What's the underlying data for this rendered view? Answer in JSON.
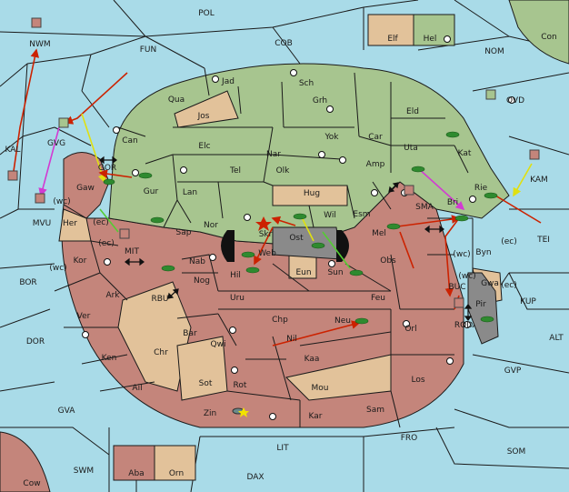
{
  "colors": {
    "sea": "#a9dbe8",
    "green": "#a7c58f",
    "red": "#c4857b",
    "tan": "#e2c29a",
    "gray": "#8a8a8a",
    "border": "#1a1a1a",
    "arrow_red": "#cc2200",
    "arrow_yellow": "#f2f21a",
    "arrow_magenta": "#d23bd2",
    "arrow_green": "#55cc33",
    "unit_green": "#2f8a2f"
  },
  "map": {
    "title": "",
    "territories": [
      {
        "id": "POL",
        "label": "POL"
      },
      {
        "id": "COB",
        "label": "COB"
      },
      {
        "id": "FUN",
        "label": "FUN"
      },
      {
        "id": "NWM",
        "label": "NWM"
      },
      {
        "id": "NOM",
        "label": "NOM"
      },
      {
        "id": "Con",
        "label": "Con"
      },
      {
        "id": "Elf",
        "label": "Elf"
      },
      {
        "id": "Hel",
        "label": "Hel"
      },
      {
        "id": "OVD",
        "label": "OVD"
      },
      {
        "id": "KAL",
        "label": "KAL"
      },
      {
        "id": "GVG",
        "label": "GVG"
      },
      {
        "id": "GOR",
        "label": "GOR"
      },
      {
        "id": "Gaw",
        "label": "Gaw"
      },
      {
        "id": "MVU",
        "label": "MVU"
      },
      {
        "id": "wc1",
        "label": "(wc)"
      },
      {
        "id": "Her",
        "label": "Her"
      },
      {
        "id": "ec1",
        "label": "(ec)"
      },
      {
        "id": "Jad",
        "label": "Jad"
      },
      {
        "id": "Sch",
        "label": "Sch"
      },
      {
        "id": "Qua",
        "label": "Qua"
      },
      {
        "id": "Jos",
        "label": "Jos"
      },
      {
        "id": "Grh",
        "label": "Grh"
      },
      {
        "id": "Eld",
        "label": "Eld"
      },
      {
        "id": "Can",
        "label": "Can"
      },
      {
        "id": "Elc",
        "label": "Elc"
      },
      {
        "id": "Nar",
        "label": "Nar"
      },
      {
        "id": "Yok",
        "label": "Yok"
      },
      {
        "id": "Car",
        "label": "Car"
      },
      {
        "id": "Uta",
        "label": "Uta"
      },
      {
        "id": "Kat",
        "label": "Kat"
      },
      {
        "id": "Tel",
        "label": "Tel"
      },
      {
        "id": "Olk",
        "label": "Olk"
      },
      {
        "id": "Amp",
        "label": "Amp"
      },
      {
        "id": "Gur",
        "label": "Gur"
      },
      {
        "id": "Lan",
        "label": "Lan"
      },
      {
        "id": "Hug",
        "label": "Hug"
      },
      {
        "id": "KAM",
        "label": "KAM"
      },
      {
        "id": "Rie",
        "label": "Rie"
      },
      {
        "id": "Esm",
        "label": "Esm"
      },
      {
        "id": "SMA",
        "label": "SMA"
      },
      {
        "id": "Bri",
        "label": "Bri"
      },
      {
        "id": "Nor",
        "label": "Nor"
      },
      {
        "id": "Wil",
        "label": "Wil"
      },
      {
        "id": "Sap",
        "label": "Sap"
      },
      {
        "id": "Skr",
        "label": "Skr"
      },
      {
        "id": "Ost",
        "label": "Ost"
      },
      {
        "id": "Mel",
        "label": "Mel"
      },
      {
        "id": "TEI",
        "label": "TEI"
      },
      {
        "id": "MIT",
        "label": "MIT"
      },
      {
        "id": "ec2",
        "label": "(ec)"
      },
      {
        "id": "Kor",
        "label": "Kor"
      },
      {
        "id": "wc2",
        "label": "(wc)"
      },
      {
        "id": "Web",
        "label": "Web"
      },
      {
        "id": "Nab",
        "label": "Nab"
      },
      {
        "id": "Eun",
        "label": "Eun"
      },
      {
        "id": "Sun",
        "label": "Sun"
      },
      {
        "id": "Obs",
        "label": "Obs"
      },
      {
        "id": "wc3",
        "label": "(wc)"
      },
      {
        "id": "Byn",
        "label": "Byn"
      },
      {
        "id": "ec3",
        "label": "(ec)"
      },
      {
        "id": "Hil",
        "label": "Hil"
      },
      {
        "id": "Nog",
        "label": "Nog"
      },
      {
        "id": "wc4",
        "label": "(wc)"
      },
      {
        "id": "Gwa",
        "label": "Gwa"
      },
      {
        "id": "ec4",
        "label": "(ec)"
      },
      {
        "id": "BOR",
        "label": "BOR"
      },
      {
        "id": "Ark",
        "label": "Ark"
      },
      {
        "id": "RBU",
        "label": "RBU"
      },
      {
        "id": "Uru",
        "label": "Uru"
      },
      {
        "id": "Feu",
        "label": "Feu"
      },
      {
        "id": "BUC",
        "label": "BUC"
      },
      {
        "id": "Pir",
        "label": "Pir"
      },
      {
        "id": "KUP",
        "label": "KUP"
      },
      {
        "id": "Ver",
        "label": "Ver"
      },
      {
        "id": "Chp",
        "label": "Chp"
      },
      {
        "id": "Neu",
        "label": "Neu"
      },
      {
        "id": "Orl",
        "label": "Orl"
      },
      {
        "id": "ROD",
        "label": "ROD"
      },
      {
        "id": "Bar",
        "label": "Bar"
      },
      {
        "id": "Qwi",
        "label": "Qwi"
      },
      {
        "id": "Nil",
        "label": "Nil"
      },
      {
        "id": "DOR",
        "label": "DOR"
      },
      {
        "id": "ALT",
        "label": "ALT"
      },
      {
        "id": "Chr",
        "label": "Chr"
      },
      {
        "id": "Ken",
        "label": "Ken"
      },
      {
        "id": "Kaa",
        "label": "Kaa"
      },
      {
        "id": "GVP",
        "label": "GVP"
      },
      {
        "id": "Ail",
        "label": "Ail"
      },
      {
        "id": "Sot",
        "label": "Sot"
      },
      {
        "id": "Rot",
        "label": "Rot"
      },
      {
        "id": "Mou",
        "label": "Mou"
      },
      {
        "id": "Los",
        "label": "Los"
      },
      {
        "id": "GVA",
        "label": "GVA"
      },
      {
        "id": "Zin",
        "label": "Zin"
      },
      {
        "id": "Kar",
        "label": "Kar"
      },
      {
        "id": "Sam",
        "label": "Sam"
      },
      {
        "id": "FRO",
        "label": "FRO"
      },
      {
        "id": "LIT",
        "label": "LIT"
      },
      {
        "id": "SOM",
        "label": "SOM"
      },
      {
        "id": "SWM",
        "label": "SWM"
      },
      {
        "id": "Aba",
        "label": "Aba"
      },
      {
        "id": "Orn",
        "label": "Orn"
      },
      {
        "id": "DAX",
        "label": "DAX"
      },
      {
        "id": "Cow",
        "label": "Cow"
      }
    ]
  }
}
